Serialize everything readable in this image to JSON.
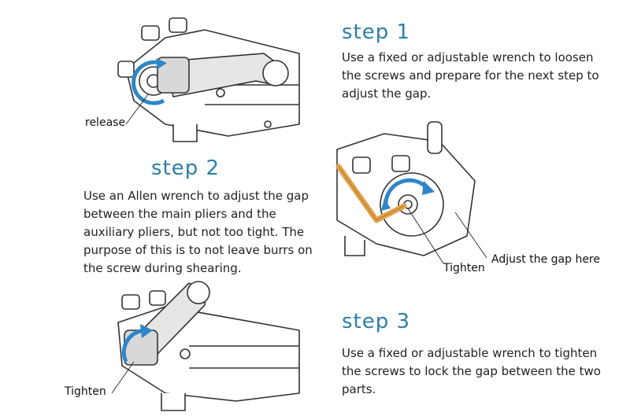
{
  "colors": {
    "heading": "#2e7fa6",
    "arrow_blue": "#2e86c8",
    "allen_key": "#e2a14a",
    "line": "#333333"
  },
  "step1": {
    "title": "step 1",
    "text": "Use a fixed or adjustable wrench to loosen the screws and prepare for the next step to adjust the gap.",
    "label_release": "release"
  },
  "step2": {
    "title": "step 2",
    "text": "Use an Allen wrench to adjust the gap between the main pliers and the auxiliary pliers, but not too tight. The purpose of this is to not leave burrs on the screw during shearing.",
    "label_tighten": "Tighten",
    "label_adjust": "Adjust the gap here"
  },
  "step3": {
    "title": "step 3",
    "text": "Use a fixed or adjustable wrench to tighten the screws to lock the gap between the two parts.",
    "label_tighten": "Tighten"
  },
  "icons": [
    "wrench-icon",
    "allen-key-icon",
    "rotation-arrow-icon",
    "pliers-head-icon"
  ]
}
